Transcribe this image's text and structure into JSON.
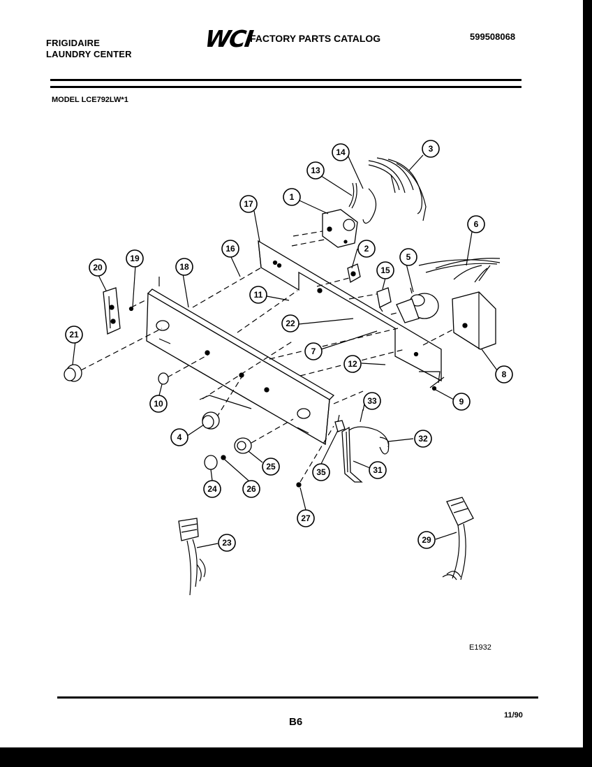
{
  "header": {
    "brand_line1": "FRIGIDAIRE",
    "brand_line2": "LAUNDRY CENTER",
    "logo": "WCI",
    "catalog_title": "FACTORY PARTS CATALOG",
    "part_number": "599508068"
  },
  "model_label": "MODEL LCE792LW*1",
  "diagram_code": "E1932",
  "footer": {
    "page": "B6",
    "date": "11/90"
  },
  "callouts": [
    "1",
    "2",
    "3",
    "4",
    "5",
    "6",
    "7",
    "8",
    "9",
    "10",
    "11",
    "12",
    "13",
    "14",
    "15",
    "16",
    "17",
    "18",
    "19",
    "20",
    "21",
    "22",
    "23",
    "24",
    "25",
    "26",
    "27",
    "29",
    "31",
    "32",
    "33",
    "35"
  ]
}
